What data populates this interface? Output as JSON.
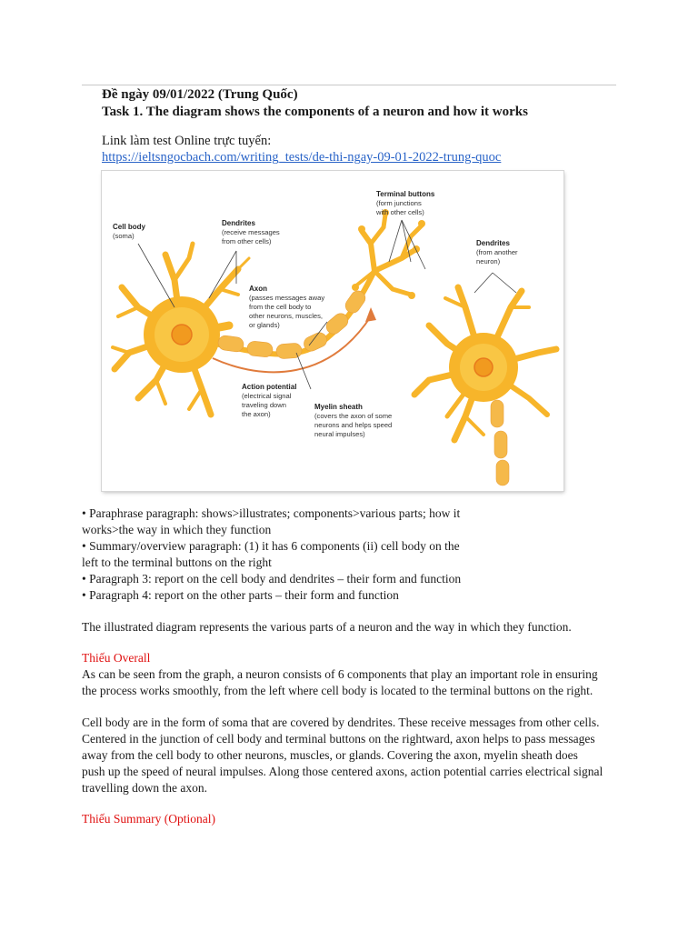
{
  "header": {
    "title": "Đề ngày 09/01/2022 (Trung Quốc)",
    "task": "Task 1. The diagram shows the components of a neuron and how it works",
    "link_label": "Link làm test Online trực tuyến:",
    "link_url": "https://ieltsngocbach.com/writing_tests/de-thi-ngay-09-01-2022-trung-quoc"
  },
  "diagram": {
    "cell_body": {
      "title": "Cell body",
      "desc": "(soma)"
    },
    "dendrites_left": {
      "title": "Dendrites",
      "desc1": "(receive messages",
      "desc2": "from other cells)"
    },
    "axon": {
      "title": "Axon",
      "desc1": "(passes messages away",
      "desc2": "from the cell body to",
      "desc3": "other neurons, muscles,",
      "desc4": "or glands)"
    },
    "terminal": {
      "title": "Terminal buttons",
      "desc1": "(form junctions",
      "desc2": "with other cells)"
    },
    "dendrites_right": {
      "title": "Dendrites",
      "desc1": "(from another",
      "desc2": "neuron)"
    },
    "action": {
      "title": "Action potential",
      "desc1": "(electrical signal",
      "desc2": "traveling down",
      "desc3": "the axon)"
    },
    "myelin": {
      "title": "Myelin sheath",
      "desc1": "(covers the axon of some",
      "desc2": "neurons and helps speed",
      "desc3": "neural impulses)"
    },
    "colors": {
      "cell": "#f7b52a",
      "cell_light": "#fcd35a",
      "nucleus": "#f19a1f",
      "arrow": "#e07b3c"
    }
  },
  "bullets": [
    "• Paraphrase paragraph: shows>illustrates; components>various parts; how it",
    "works>the way in which they function",
    "• Summary/overview paragraph: (1) it has 6 components (ii) cell body on the",
    "left to the terminal buttons on the right",
    "• Paragraph 3: report on the cell body and dendrites – their form and function",
    "• Paragraph 4: report on the other parts – their form and function"
  ],
  "intro": "The illustrated diagram represents the various parts of a neuron and the way in which they function.",
  "missing_overall": "Thiếu Overall",
  "overall": [
    "As can be seen from the graph, a neuron consists of 6 components that play an important role in ensuring",
    "the process works smoothly, from the left where cell body is located to the terminal buttons on the right."
  ],
  "body": [
    "Cell body are in the form of soma that are covered by dendrites. These receive messages from other cells.",
    "Centered in the junction of cell body and terminal buttons on the rightward, axon helps to pass messages",
    "away from the cell body to other neurons, muscles, or glands. Covering the axon, myelin sheath does",
    "push up the speed of neural impulses. Along those centered axons, action potential carries electrical signal",
    "travelling down the axon."
  ],
  "missing_summary": "Thiếu Summary (Optional)"
}
